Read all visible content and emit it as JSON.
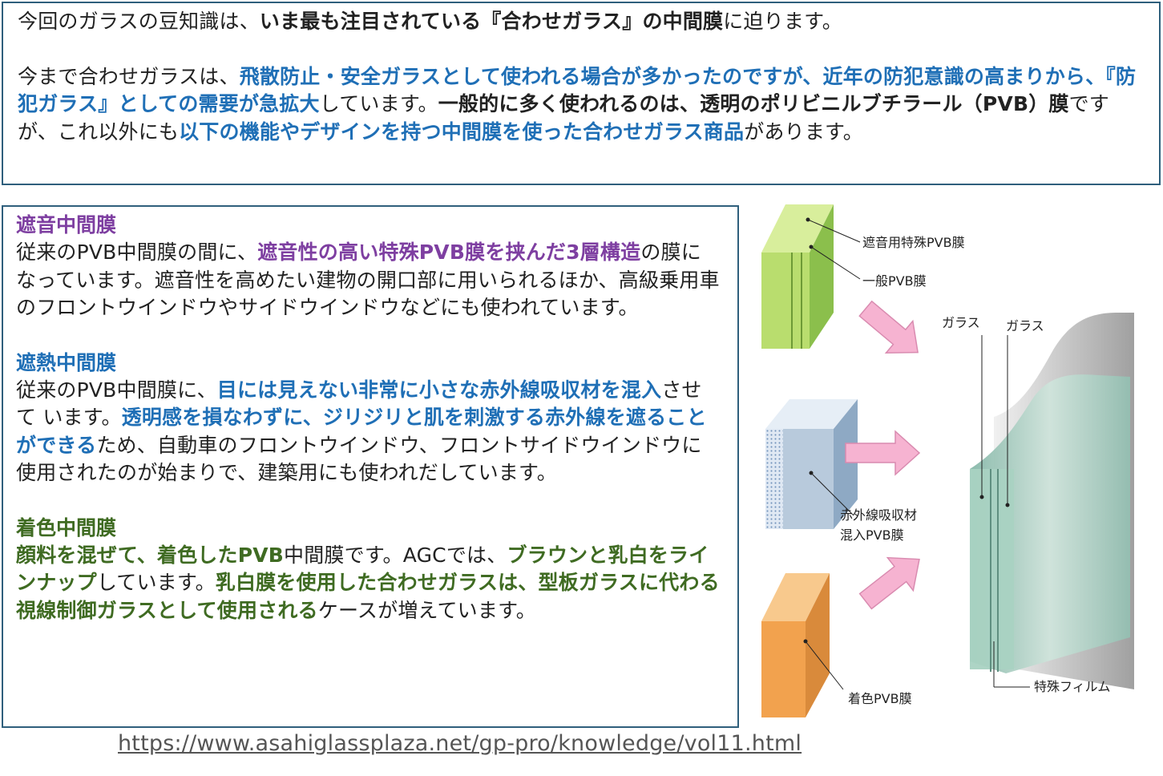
{
  "intro": {
    "line1": [
      "今回のガラスの豆知識は、",
      "いま最も注目されている『合わせガラス』の中間膜",
      "に迫ります。"
    ],
    "para": [
      "今まで合わせガラスは、",
      "飛散防止・安全ガラスとして使われる場合が多かったのですが、近年の防犯意識の高まりから、『防犯ガラス』としての需要が急拡大",
      "しています。",
      "一般的に多く使われるのは、透明のポリビニルブチラール（PVB）膜",
      "ですが、これ以外にも",
      "以下の機能やデザインを持つ中間膜を使った合わせガラス商品",
      "があります。"
    ]
  },
  "sections": {
    "sound": {
      "heading": "遮音中間膜",
      "parts": [
        "従来のPVB中間膜の間に、",
        "遮音性の高い特殊PVB膜を挟んだ3層構造",
        "の膜になっています。遮音性を高めたい建物の開口部に用いられるほか、高級乗用車のフロントウインドウやサイドウインドウなどにも使われています。"
      ]
    },
    "heat": {
      "heading": "遮熱中間膜",
      "parts": [
        "従来のPVB中間膜に、",
        "目には見えない非常に小さな赤外線吸収材を混入",
        "させて います。",
        "透明感を損なわずに、ジリジリと肌を刺激する赤外線を遮ることができる",
        "ため、自動車のフロントウインドウ、フロントサイドウインドウに使用されたのが始まりで、建築用にも使われだしています。"
      ]
    },
    "color": {
      "heading": "着色中間膜",
      "parts": [
        "顔料を混ぜて、着色したPVB",
        "中間膜です。AGCでは、",
        "ブラウンと乳白をラインナップ",
        "しています。",
        "乳白膜を使用した合わせガラスは、型板ガラスに代わる視線制御ガラスとして使用される",
        "ケースが増えています。"
      ]
    }
  },
  "diagram": {
    "labels": {
      "special_pvb": "遮音用特殊PVB膜",
      "general_pvb": "一般PVB膜",
      "glass_a": "ガラス",
      "glass_b": "ガラス",
      "ir_pvb_1": "赤外線吸収材",
      "ir_pvb_2": "混入PVB膜",
      "colored_pvb": "着色PVB膜",
      "special_film": "特殊フィルム"
    },
    "colors": {
      "green_layer": "#a8d35a",
      "blue_layer": "#a9c4dc",
      "orange_layer": "#f2a24e",
      "arrow_pink": "#f3a6c8",
      "glass_green": "#9fc8b8"
    }
  },
  "source": {
    "url": "https://www.asahiglassplaza.net/gp-pro/knowledge/vol11.html"
  }
}
